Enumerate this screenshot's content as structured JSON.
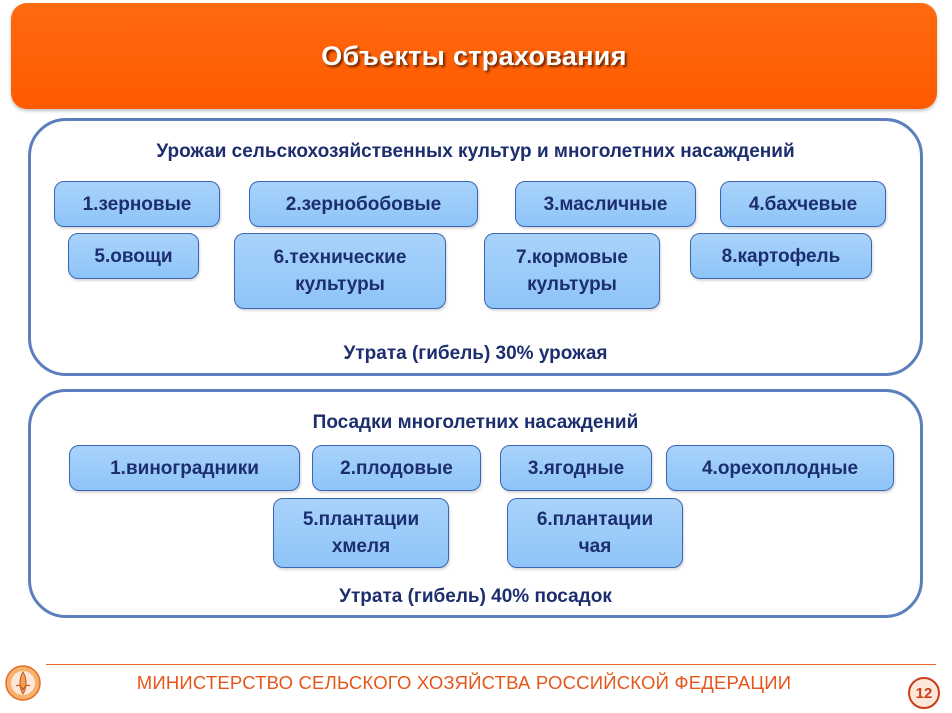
{
  "title": "Объекты страхования",
  "crops_panel": {
    "heading": "Урожаи сельскохозяйственных культур и многолетних насаждений",
    "items": [
      {
        "line1": "1.зерновые",
        "line2": ""
      },
      {
        "line1": "2.зернобобовые",
        "line2": ""
      },
      {
        "line1": "3.масличные",
        "line2": ""
      },
      {
        "line1": "4.бахчевые",
        "line2": ""
      },
      {
        "line1": "5.овощи",
        "line2": ""
      },
      {
        "line1": "6.технические",
        "line2": "культуры"
      },
      {
        "line1": "7.кормовые",
        "line2": "культуры"
      },
      {
        "line1": "8.картофель",
        "line2": ""
      }
    ],
    "footer": "Утрата (гибель) 30% урожая"
  },
  "plantings_panel": {
    "heading": "Посадки многолетних насаждений",
    "items": [
      {
        "line1": "1.виноградники",
        "line2": ""
      },
      {
        "line1": "2.плодовые",
        "line2": ""
      },
      {
        "line1": "3.ягодные",
        "line2": ""
      },
      {
        "line1": "4.орехоплодные",
        "line2": ""
      },
      {
        "line1": "5.плантации",
        "line2": "хмеля"
      },
      {
        "line1": "6.плантации",
        "line2": "чая"
      }
    ],
    "footer": "Утрата (гибель) 40% посадок"
  },
  "footer": {
    "ministry": "МИНИСТЕРСТВО СЕЛЬСКОГО ХОЗЯЙСТВА РОССИЙСКОЙ ФЕДЕРАЦИИ",
    "page_number": "12"
  },
  "colors": {
    "title_bar": "#ff5a00",
    "panel_border": "#5b7fbd",
    "chip_fill": "#9ccbf9",
    "text_dark": "#1c2e6e",
    "footer_accent": "#e5561a"
  },
  "icons": {
    "logo": "ministry-emblem-icon"
  }
}
